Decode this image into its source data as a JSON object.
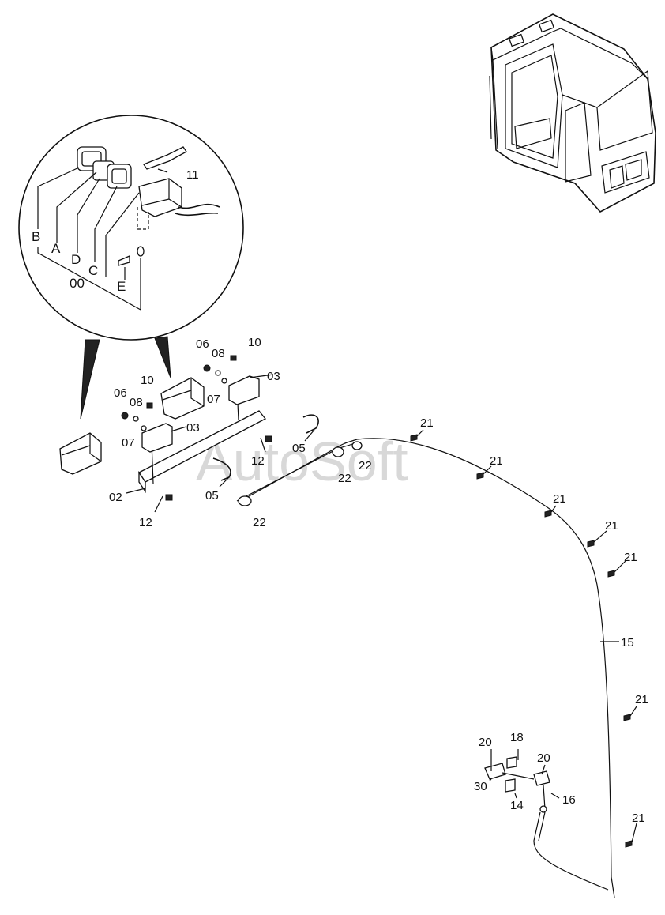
{
  "watermark": "AutoSoft",
  "colors": {
    "ink": "#111111",
    "background": "#ffffff",
    "watermark": "#d8d8d8"
  },
  "detail_labels": {
    "B": "B",
    "A": "A",
    "D": "D",
    "C": "C",
    "E": "E",
    "00": "00",
    "11": "11"
  },
  "callouts": {
    "c06a": "06",
    "c08a": "08",
    "c10a": "10",
    "c03a": "03",
    "c07a": "07",
    "c06b": "06",
    "c08b": "08",
    "c10b": "10",
    "c07b": "07",
    "c03b": "03",
    "c12a": "12",
    "c05a": "05",
    "c22a": "22",
    "c22b": "22",
    "c02": "02",
    "c05b": "05",
    "c12b": "12",
    "c22c": "22",
    "c21a": "21",
    "c21b": "21",
    "c21c": "21",
    "c21d": "21",
    "c21e": "21",
    "c15": "15",
    "c21f": "21",
    "c20a": "20",
    "c18": "18",
    "c20b": "20",
    "c30": "30",
    "c16": "16",
    "c14": "14",
    "c21g": "21"
  }
}
